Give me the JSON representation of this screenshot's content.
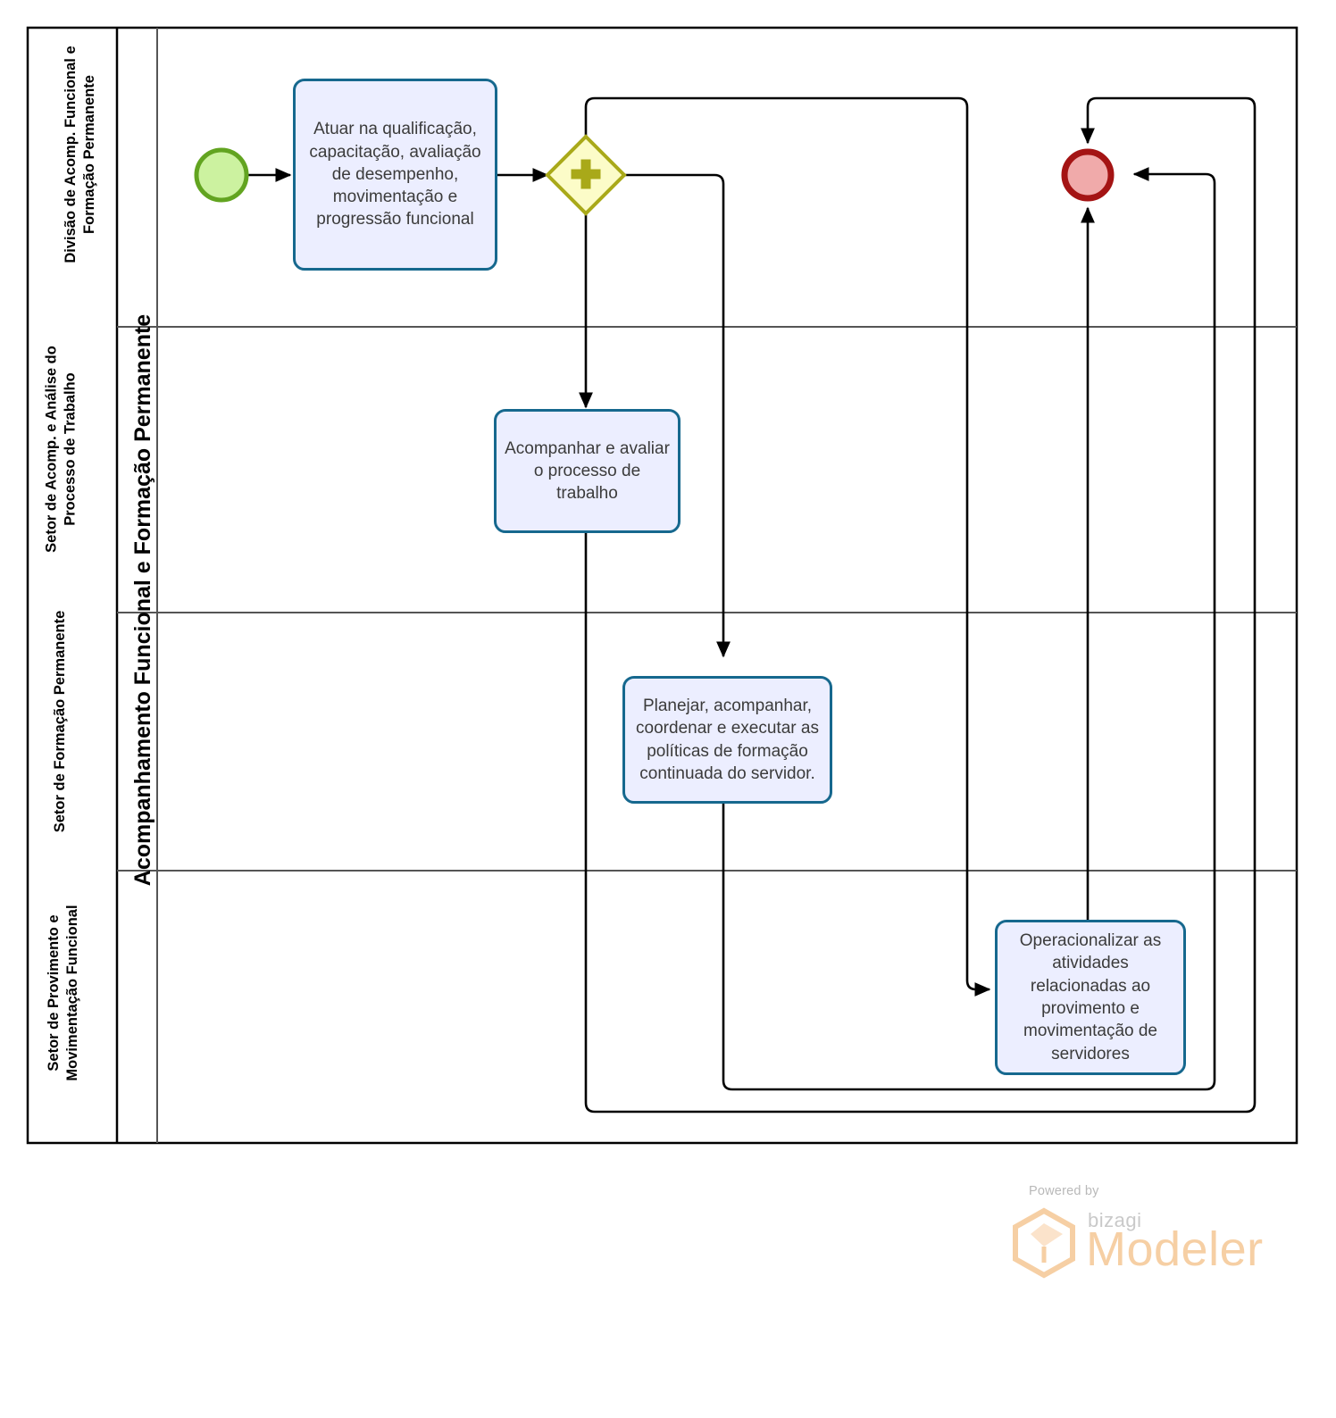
{
  "pool": {
    "title": "Acompanhamento Funcional e Formação Permanente",
    "lanes": [
      {
        "id": "lane-1",
        "label": "Divisão de Acomp. Funcional e Formação Permanente"
      },
      {
        "id": "lane-2",
        "label": "Setor de Acomp. e Análise do Processo de Trabalho"
      },
      {
        "id": "lane-3",
        "label": "Setor de Formação Permanente"
      },
      {
        "id": "lane-4",
        "label": "Setor de Provimento e Movimentação Funcional"
      }
    ]
  },
  "events": {
    "start": {
      "name": "start-event",
      "type": "none-start-event"
    },
    "end": {
      "name": "end-event",
      "type": "none-end-event"
    }
  },
  "gateway": {
    "name": "parallel-gateway",
    "type": "parallel",
    "marker": "+"
  },
  "tasks": [
    {
      "id": "task-1",
      "lane": "lane-1",
      "label": "Atuar na qualificação, capacitação, avaliação de desempenho, movimentação e progressão funcional"
    },
    {
      "id": "task-2",
      "lane": "lane-2",
      "label": "Acompanhar e avaliar o processo de trabalho"
    },
    {
      "id": "task-3",
      "lane": "lane-3",
      "label": "Planejar, acompanhar, coordenar e executar as políticas de formação continuada do servidor."
    },
    {
      "id": "task-4",
      "lane": "lane-4",
      "label": "Operacionalizar as atividades relacionadas ao provimento e movimentação de servidores"
    }
  ],
  "footer": {
    "powered_by": "Powered by",
    "brand": "bizagi",
    "product": "Modeler"
  },
  "colors": {
    "start_fill": "#ccf2a0",
    "start_stroke": "#62a420",
    "end_fill": "#f0aaaa",
    "end_stroke": "#a41414",
    "gateway_fill": "#fcfcc8",
    "gateway_stroke": "#a9a919",
    "task_fill": "#eceeff",
    "task_stroke": "#16688e",
    "connector": "#000000",
    "pool_border": "#000000",
    "lane_border": "#555555",
    "brand_orange": "#f6cfa4"
  }
}
